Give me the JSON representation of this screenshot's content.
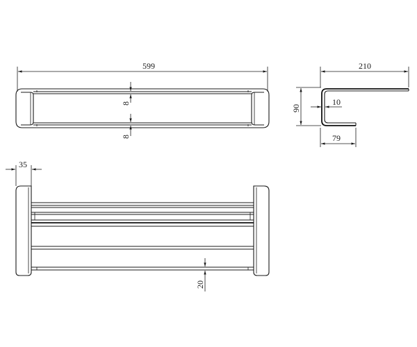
{
  "dimensions": {
    "top_total_width": "599",
    "top_gap_upper": "8",
    "top_gap_lower": "8",
    "side_depth": "210",
    "side_height": "90",
    "side_inner_offset": "10",
    "side_bottom_depth": "79",
    "front_end_width": "35",
    "front_rail_gap": "20"
  },
  "colors": {
    "stroke": "#1a1a1a",
    "background": "#ffffff"
  }
}
